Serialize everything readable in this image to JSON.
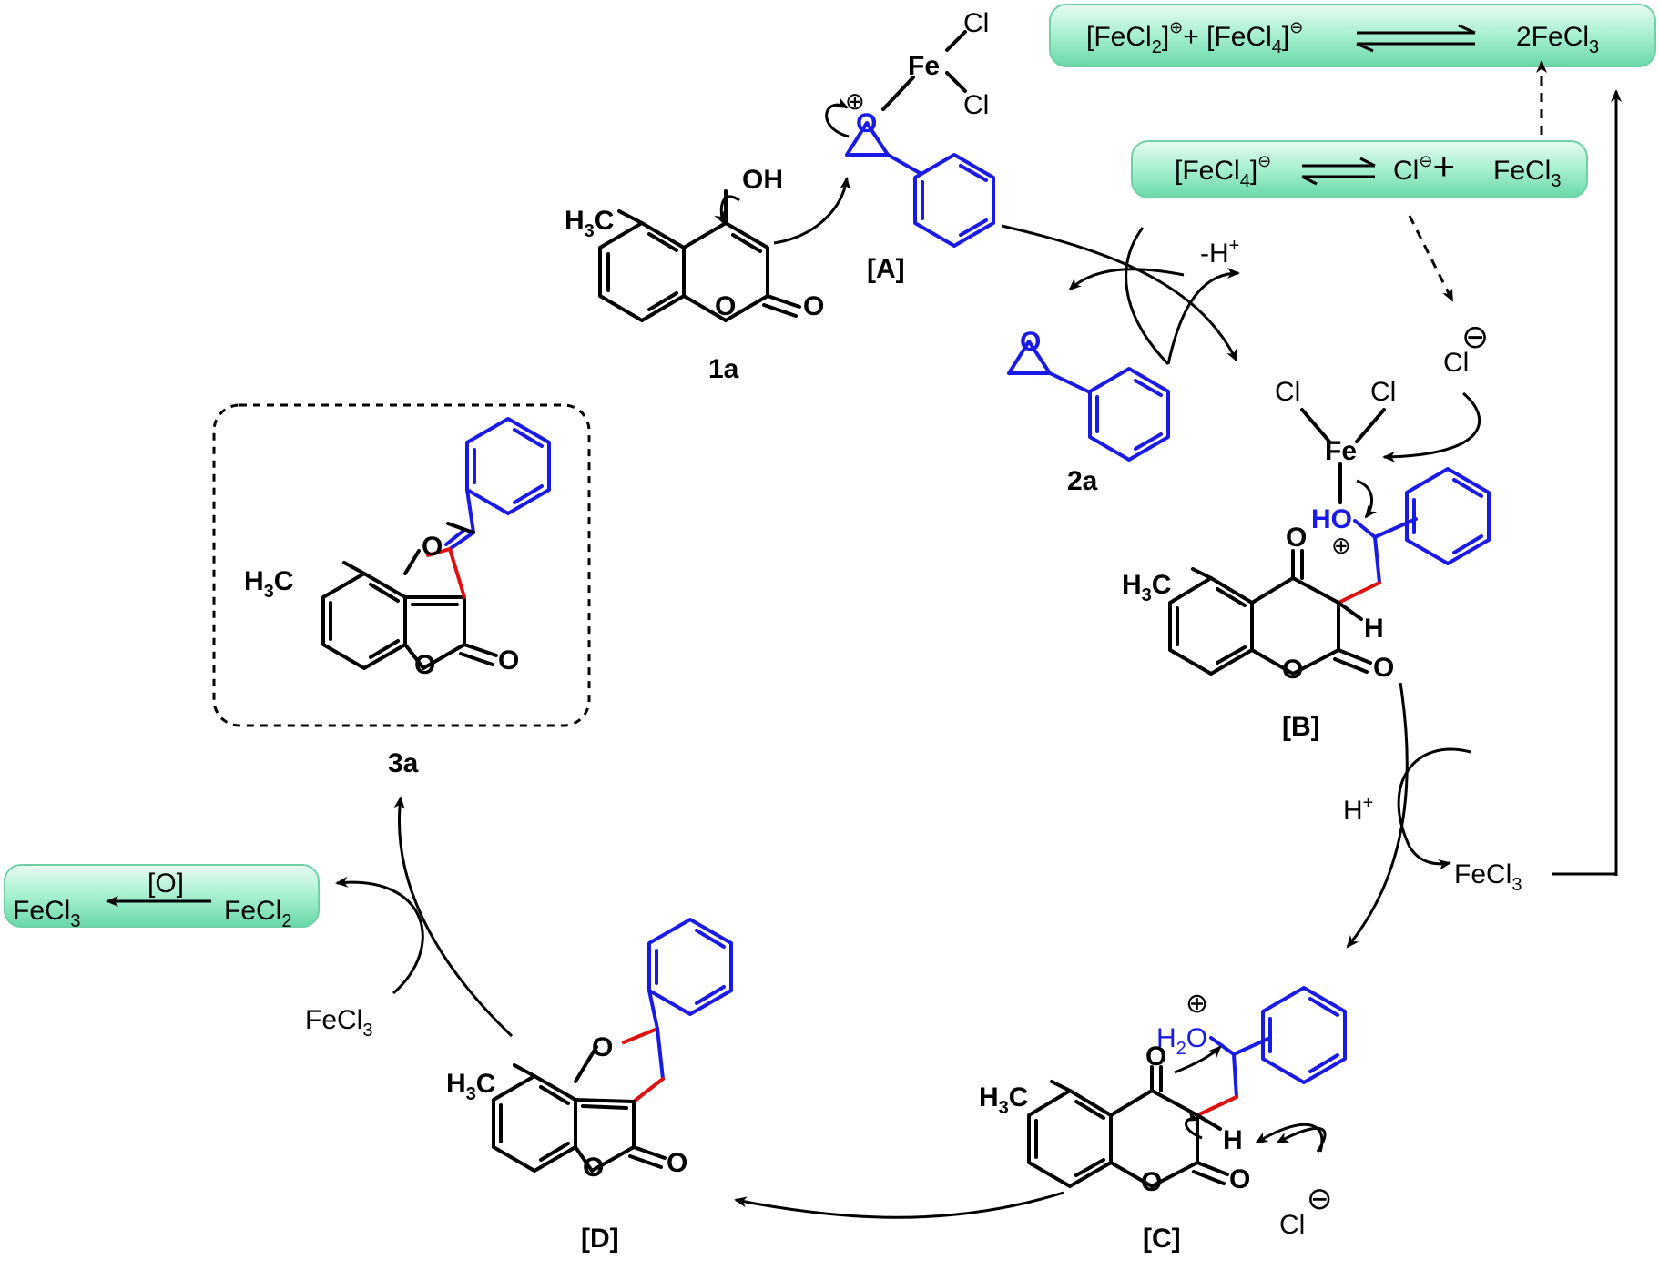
{
  "labels": {
    "1a": "1a",
    "2a": "2a",
    "3a": "3a",
    "A": "[A]",
    "B": "[B]",
    "C": "[C]",
    "D": "[D]"
  },
  "reagents": {
    "minus_h": "-H",
    "minus_h_sup": "+",
    "h_plus": "H",
    "h_plus_sup": "+",
    "fecl3_right": "FeCl",
    "fecl3_right_sub": "3",
    "fecl3_left": "FeCl",
    "fecl3_left_sub": "3",
    "cl_anion": "Cl",
    "cl_anion_bottom": "Cl"
  },
  "equilibria": {
    "top_left": "[FeCl",
    "top_left_sub": "2",
    "top_left_end": "]",
    "top_plus": "+ [FeCl",
    "top_plus_sub": "4",
    "top_plus_end": "]",
    "top_right": "2FeCl",
    "top_right_sub": "3",
    "mid_left": "[FeCl",
    "mid_left_sub": "4",
    "mid_left_end": "]",
    "mid_cl": "Cl",
    "mid_plus": "+",
    "mid_right": "FeCl",
    "mid_right_sub": "3",
    "ox_left": "FeCl",
    "ox_left_sub": "3",
    "ox_label": "[O]",
    "ox_right": "FeCl",
    "ox_right_sub": "2"
  },
  "atoms": {
    "oh": "OH",
    "o": "O",
    "h3c": "H",
    "h3c_sub": "3",
    "h3c_c": "C",
    "fe": "Fe",
    "cl": "Cl",
    "h": "H",
    "ho": "HO",
    "h2o": "H",
    "h2o_sub": "2",
    "h2o_o": "O"
  },
  "colors": {
    "accent_blue": "#1a1ae6",
    "bond_red": "#e01010",
    "box_green": "#7be3b8"
  }
}
